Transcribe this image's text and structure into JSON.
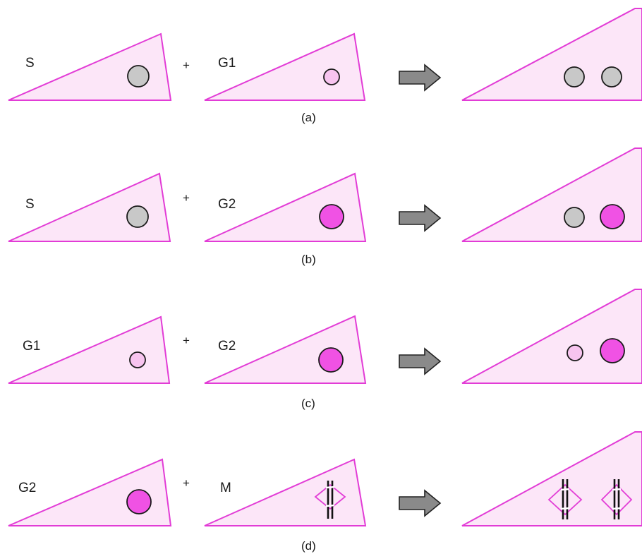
{
  "rows": [
    {
      "caption": "(a)",
      "left_label": "S",
      "right_label": "G1",
      "plus": "+",
      "left_nucleus": "grey",
      "right_nucleus": "small-pink",
      "result": [
        "grey",
        "grey"
      ]
    },
    {
      "caption": "(b)",
      "left_label": "S",
      "right_label": "G2",
      "plus": "+",
      "left_nucleus": "grey",
      "right_nucleus": "large-magenta",
      "result": [
        "grey",
        "large-magenta"
      ]
    },
    {
      "caption": "(c)",
      "left_label": "G1",
      "right_label": "G2",
      "plus": "+",
      "left_nucleus": "small-pink",
      "right_nucleus": "large-magenta",
      "result": [
        "small-pink",
        "large-magenta"
      ]
    },
    {
      "caption": "(d)",
      "left_label": "G2",
      "right_label": "M",
      "plus": "+",
      "left_nucleus": "large-magenta",
      "right_nucleus": "mitotic",
      "result": [
        "mitotic",
        "mitotic"
      ]
    }
  ],
  "colors": {
    "cell_fill": "#fce6f8",
    "cell_outline": "#e23cd6",
    "grey_nucleus": "#c8c8c8",
    "small_pink_nucleus": "#f7c4ef",
    "large_magenta_nucleus": "#f052e4",
    "arrow_fill": "#8a8a8a",
    "chromosome": "#111111"
  },
  "icons": {
    "arrow": "right-arrow-icon",
    "chromosome": "chromosome-icon"
  }
}
